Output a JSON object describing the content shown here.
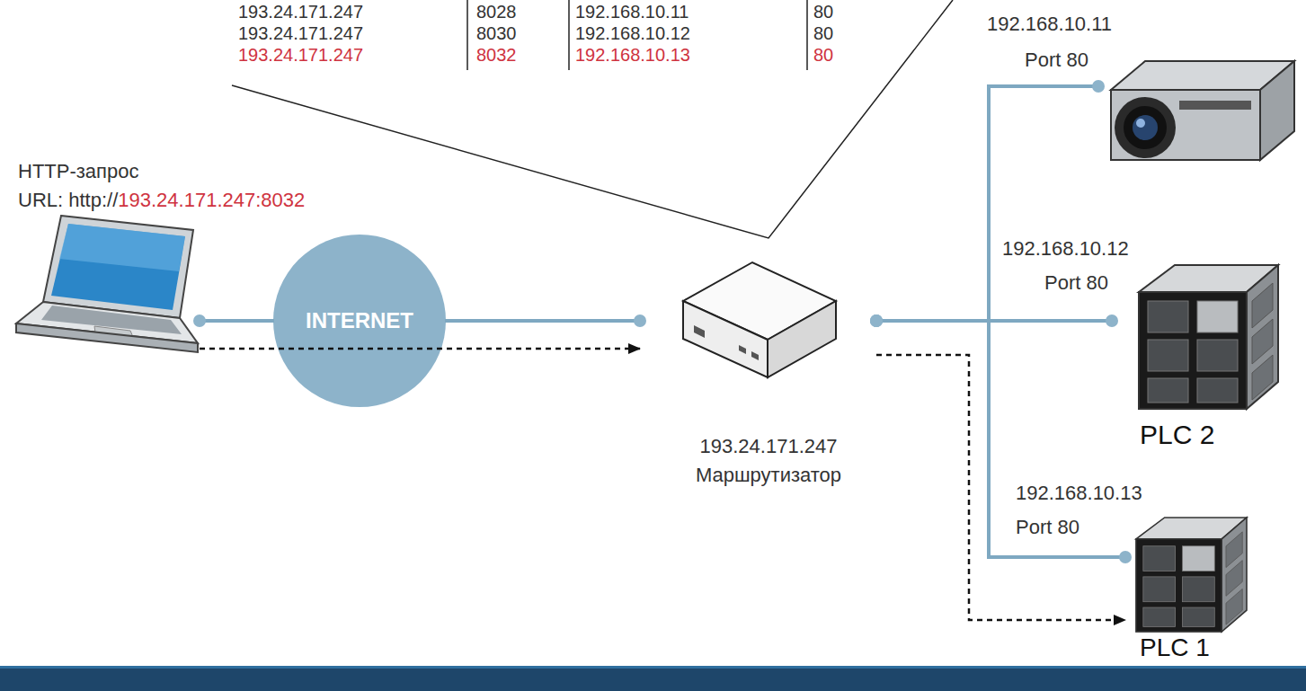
{
  "diagram": {
    "nodes": [
      {
        "text": [
          "HTTP-запрос",
          "URL: http://193.24.171.247:8032"
        ]
      },
      {
        "text": [
          "INTERNET"
        ]
      },
      {
        "text": [
          "193.24.171.247",
          "Маршрутизатор"
        ]
      },
      {
        "text": [
          "192.168.10.11",
          "Port 80"
        ]
      },
      {
        "text": [
          "192.168.10.12",
          "Port 80",
          "PLC 2"
        ]
      },
      {
        "text": [
          "192.168.10.13",
          "Port 80",
          "PLC 1"
        ]
      }
    ],
    "edges": [
      {
        "from": 0,
        "to": 1,
        "arrow": "none"
      },
      {
        "from": 1,
        "to": 2,
        "arrow": "none"
      },
      {
        "from": 2,
        "to": 3,
        "arrow": "none"
      },
      {
        "from": 2,
        "to": 4,
        "arrow": "none"
      },
      {
        "from": 2,
        "to": 5,
        "arrow": "none"
      },
      {
        "from": 0,
        "to": 2,
        "arrow": "to"
      },
      {
        "from": 2,
        "to": 5,
        "arrow": "to"
      }
    ],
    "labels": [
      "193.24.171.247",
      "8028",
      "192.168.10.11",
      "80",
      "193.24.171.247",
      "8030",
      "192.168.10.12",
      "80",
      "193.24.171.247",
      "8032",
      "192.168.10.13",
      "80"
    ]
  }
}
